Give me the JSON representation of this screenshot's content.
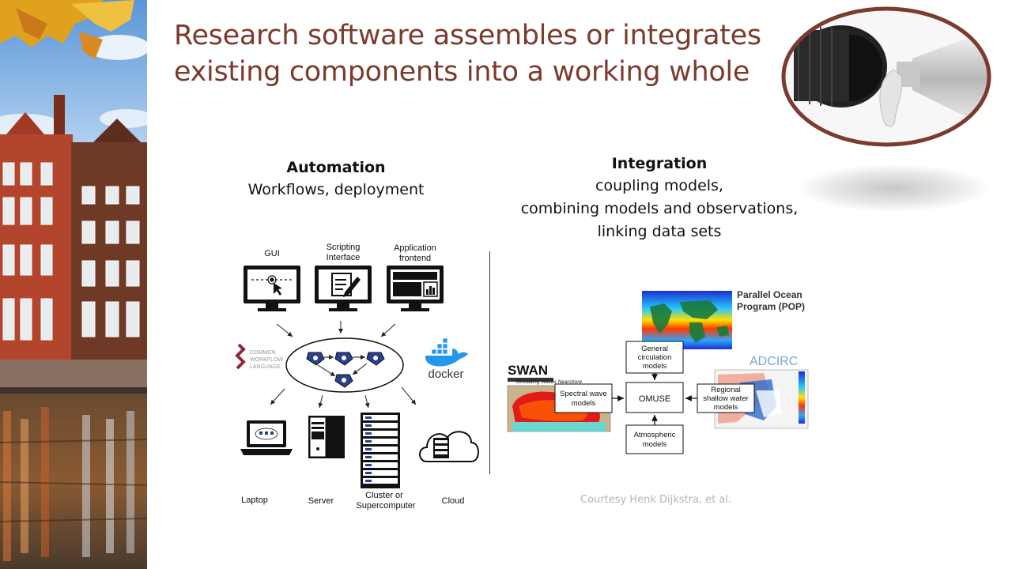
{
  "slide": {
    "title_line1": "Research software assembles or integrates",
    "title_line2": "existing components into a working whole",
    "credit": "Courtesy Henk Dijkstra, et al."
  },
  "colors": {
    "title": "#7b3b2e",
    "divider": "#333333",
    "credit": "#b5b5b5"
  },
  "automation": {
    "heading": "Automation",
    "subtitle": "Workflows, deployment",
    "interfaces": {
      "gui": "GUI",
      "scripting_1": "Scripting",
      "scripting_2": "Interface",
      "frontend_1": "Application",
      "frontend_2": "frontend"
    },
    "cwl_logo": {
      "line1": "COMMON",
      "line2": "WORKFLOW",
      "line3": "LANGUAGE"
    },
    "docker_logo": "docker",
    "targets": {
      "laptop": "Laptop",
      "server": "Server",
      "cluster_1": "Cluster or",
      "cluster_2": "Supercomputer",
      "cloud": "Cloud"
    }
  },
  "integration": {
    "heading": "Integration",
    "line1": "coupling models,",
    "line2": "combining models and observations,",
    "line3": "linking data sets",
    "diagram": {
      "pop_1": "Parallel Ocean",
      "pop_2": "Program (POP)",
      "adcirc": "ADCIRC",
      "swan": "SWAN",
      "swan_tagline": "Simulating Waves Nearshore",
      "gcm_1": "General",
      "gcm_2": "circulation",
      "gcm_3": "models",
      "omuse": "OMUSE",
      "spectral_1": "Spectral wave",
      "spectral_2": "models",
      "regional_1": "Regional",
      "regional_2": "shallow water",
      "regional_3": "models",
      "atmos_1": "Atmospheric",
      "atmos_2": "models"
    }
  }
}
